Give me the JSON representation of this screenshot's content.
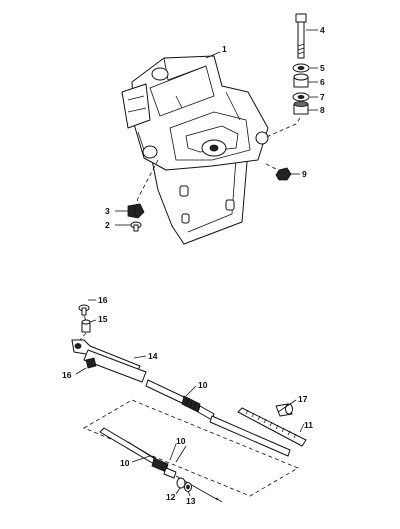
{
  "callouts": {
    "c1": "1",
    "c2": "2",
    "c3": "3",
    "c4": "4",
    "c5": "5",
    "c6": "6",
    "c7": "7",
    "c8": "8",
    "c9": "9",
    "c10a": "10",
    "c10b": "10",
    "c10c": "10",
    "c11": "11",
    "c12": "12",
    "c13": "13",
    "c14": "14",
    "c15": "15",
    "c16a": "16",
    "c16b": "16",
    "c17": "17"
  }
}
